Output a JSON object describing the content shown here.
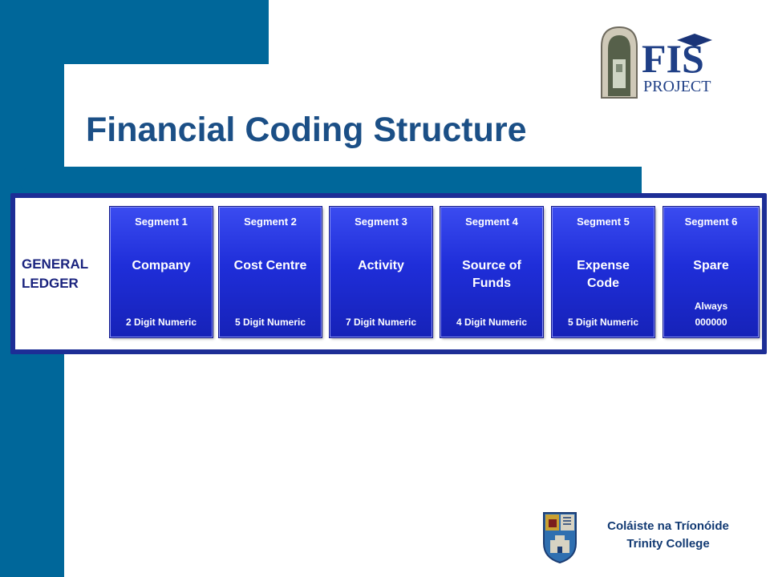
{
  "slide": {
    "title": "Financial Coding Structure",
    "logo_text_main": "FIS",
    "logo_text_sub": "PROJECT",
    "college_name_irish": "Coláiste na Tríonóide",
    "college_name_english": "Trinity College"
  },
  "general_ledger": {
    "label_line1": "GENERAL",
    "label_line2": "LEDGER"
  },
  "segments": [
    {
      "header": "Segment 1",
      "name_line1": "Company",
      "name_line2": "",
      "footer_line1": "",
      "footer_line2": "2 Digit  Numeric"
    },
    {
      "header": "Segment  2",
      "name_line1": "Cost Centre",
      "name_line2": "",
      "footer_line1": "",
      "footer_line2": "5 Digit Numeric"
    },
    {
      "header": "Segment  3",
      "name_line1": "Activity",
      "name_line2": "",
      "footer_line1": "",
      "footer_line2": "7 Digit Numeric"
    },
    {
      "header": "Segment  4",
      "name_line1": "Source of",
      "name_line2": "Funds",
      "footer_line1": "",
      "footer_line2": "4 Digit Numeric"
    },
    {
      "header": "Segment  5",
      "name_line1": "Expense",
      "name_line2": "Code",
      "footer_line1": "",
      "footer_line2": "5 Digit Numeric"
    },
    {
      "header": "Segment  6",
      "name_line1": "Spare",
      "name_line2": "",
      "footer_line1": "Always",
      "footer_line2": "000000"
    }
  ],
  "colors": {
    "brand_blue": "#00679a",
    "title_blue": "#1b4f86",
    "panel_border": "#1d2e96",
    "segment_fill": "#1f2ed9"
  }
}
